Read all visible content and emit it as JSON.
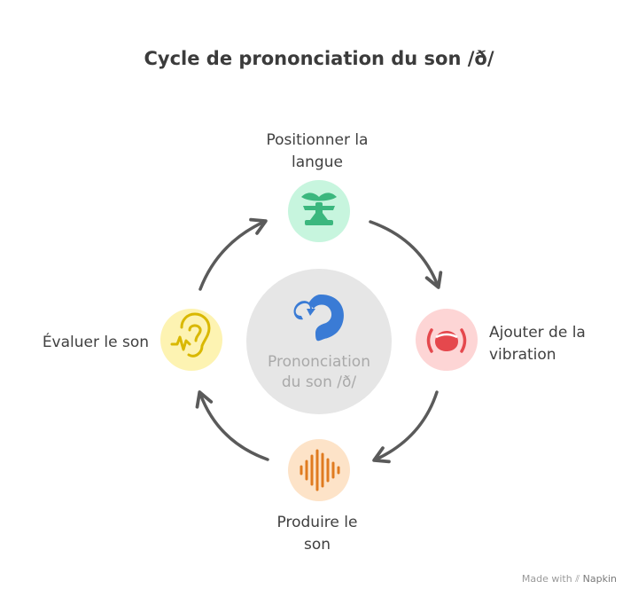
{
  "title": "Cycle de prononciation du son /ð/",
  "center": {
    "label": "Prononciation\ndu son /ð/",
    "icon": "ear-sound-icon"
  },
  "steps": [
    {
      "label": "Positionner la\nlangue",
      "icon": "tongue-icon",
      "color": "#c7f5de",
      "icon_color": "#3bb77e"
    },
    {
      "label": "Ajouter de la\nvibration",
      "icon": "vibration-icon",
      "color": "#fdd5d5",
      "icon_color": "#e5484d"
    },
    {
      "label": "Produire le\nson",
      "icon": "sound-wave-icon",
      "color": "#fde3c8",
      "icon_color": "#e07b20"
    },
    {
      "label": "Évaluer le son",
      "icon": "ear-icon",
      "color": "#fdf3b2",
      "icon_color": "#d9b800"
    }
  ],
  "credit": {
    "made_with": "Made with",
    "brand": "Napkin"
  },
  "colors": {
    "arrow": "#5a5a5a",
    "center_circle": "#e6e6e6",
    "center_icon": "#3a7bd5"
  }
}
